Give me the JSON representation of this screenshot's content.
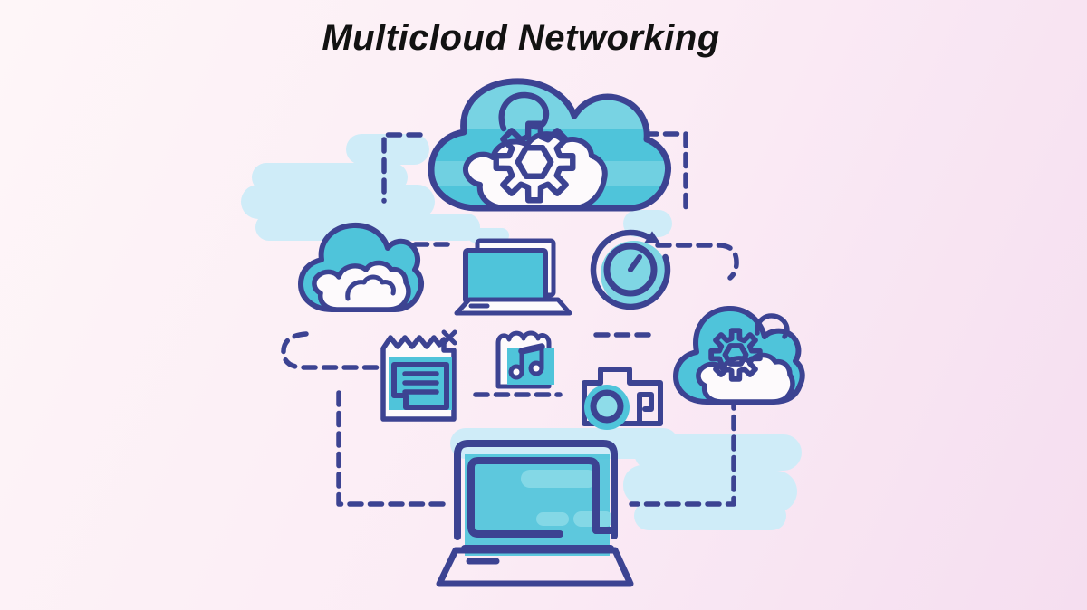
{
  "title": "Multicloud Networking",
  "palette": {
    "outline": "#3c4392",
    "teal": "#4fc4da",
    "teal_light": "#7fd6e4",
    "teal_pale": "#8edce9",
    "blob": "#cfecf8",
    "white": "#fdfafc",
    "title_color": "#121212",
    "bg_start": "#fef6f8",
    "bg_mid": "#fbecf5",
    "bg_end": "#f5def0"
  },
  "diagram": {
    "connector_style": "dashed navy lines",
    "icons": [
      {
        "name": "cloud-gear-top-icon",
        "meaning": "large cloud with settings gear"
      },
      {
        "name": "cloud-left-icon",
        "meaning": "small layered cloud"
      },
      {
        "name": "laptop-small-icon",
        "meaning": "laptop computer"
      },
      {
        "name": "sync-timer-icon",
        "meaning": "timer with circular sync arrow"
      },
      {
        "name": "cloud-gear-right-icon",
        "meaning": "cloud with settings gear"
      },
      {
        "name": "torn-document-icon",
        "meaning": "torn document with text lines and x mark"
      },
      {
        "name": "music-file-icon",
        "meaning": "music note file"
      },
      {
        "name": "camera-icon",
        "meaning": "camera with lens"
      },
      {
        "name": "laptop-large-icon",
        "meaning": "large laptop / monitor"
      }
    ]
  }
}
